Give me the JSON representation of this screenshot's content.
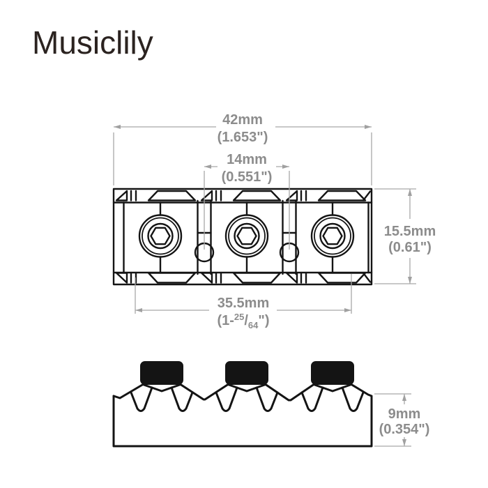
{
  "brand": {
    "logo_text": "Musiclily"
  },
  "drawing": {
    "subject": "guitar locking string nut, 3 clamping pads, top view and front profile view",
    "line_color": "#141414",
    "dimension_line_color": "#a8a8a8",
    "dimension_text_color": "#8c8c8c",
    "logo_color": "#2b2320",
    "background_color": "#ffffff"
  },
  "dimensions": {
    "overall_width": {
      "mm": "42mm",
      "inch": "(1.653\")"
    },
    "pad_spacing": {
      "mm": "14mm",
      "inch": "(0.551\")"
    },
    "depth": {
      "mm": "15.5mm",
      "inch": "(0.61\")"
    },
    "base_width": {
      "mm": "35.5mm",
      "inch_prefix": "(1-",
      "inch_numerator": "25",
      "inch_slash": "/",
      "inch_denominator": "64",
      "inch_suffix": "\")"
    },
    "height": {
      "mm": "9mm",
      "inch": "(0.354\")"
    }
  }
}
